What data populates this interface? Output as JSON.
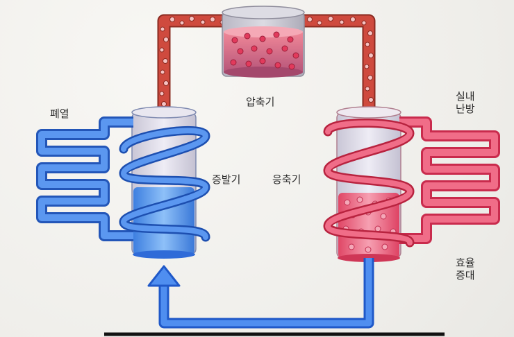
{
  "labels": {
    "compressor": "압축기",
    "evaporator": "증발기",
    "condenser": "응축기",
    "waste_heat": "폐열",
    "indoor_heating": "실내\n난방",
    "efficiency": "효율\n증대"
  },
  "colors": {
    "cold_pipe": "#2f6bd8",
    "cold_pipe_light": "#5b97f0",
    "hot_pipe": "#e23a5c",
    "hot_pipe_light": "#f06d88",
    "refrigerant_hot": "#c9463e",
    "tank_body": "#d9d6e6",
    "ground_line": "#111111"
  }
}
